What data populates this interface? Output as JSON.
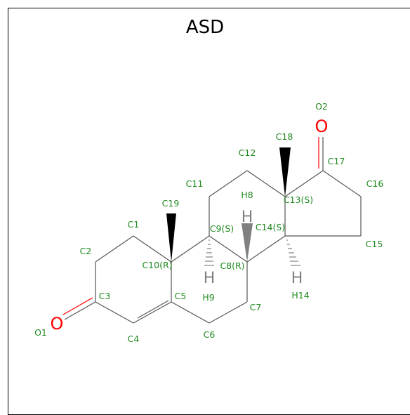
{
  "title": "ASD",
  "atoms": {
    "C1": "C1",
    "C2": "C2",
    "C3": "C3",
    "C4": "C4",
    "C5": "C5",
    "C6": "C6",
    "C7": "C7",
    "C8": "C8(R)",
    "C9": "C9(S)",
    "C10": "C10(R)",
    "C11": "C11",
    "C12": "C12",
    "C13": "C13(S)",
    "C14": "C14(S)",
    "C15": "C15",
    "C16": "C16",
    "C17": "C17",
    "C18": "C18",
    "C19": "C19",
    "O1": "O1",
    "O2": "O2",
    "H8": "H8",
    "H9": "H9",
    "H14": "H14"
  },
  "symbols": {
    "oxygen": "O",
    "hydrogen": "H"
  },
  "colors": {
    "carbon_label": "#1f8a1f",
    "oxygen": "#ff0000",
    "hydrogen": "#808080",
    "bond": "#555555"
  }
}
